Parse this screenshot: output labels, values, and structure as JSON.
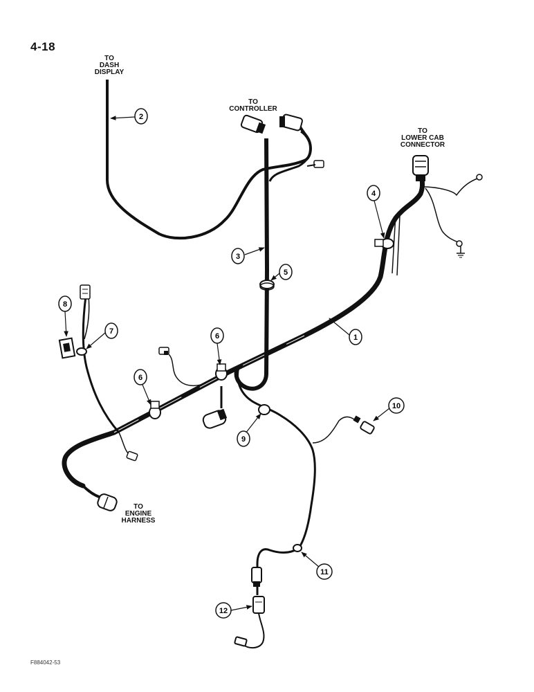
{
  "page_number": "4-18",
  "figure_code": "F884042-53",
  "labels": {
    "dash_display": [
      "TO",
      "DASH",
      "DISPLAY"
    ],
    "controller": [
      "TO",
      "CONTROLLER"
    ],
    "lower_cab": [
      "TO",
      "LOWER CAB",
      "CONNECTOR"
    ],
    "engine": [
      "TO",
      "ENGINE",
      "HARNESS"
    ]
  },
  "callouts": {
    "c1": "1",
    "c2": "2",
    "c3": "3",
    "c4": "4",
    "c5": "5",
    "c6a": "6",
    "c6b": "6",
    "c7": "7",
    "c8": "8",
    "c9": "9",
    "c10": "10",
    "c11": "11",
    "c12": "12"
  }
}
